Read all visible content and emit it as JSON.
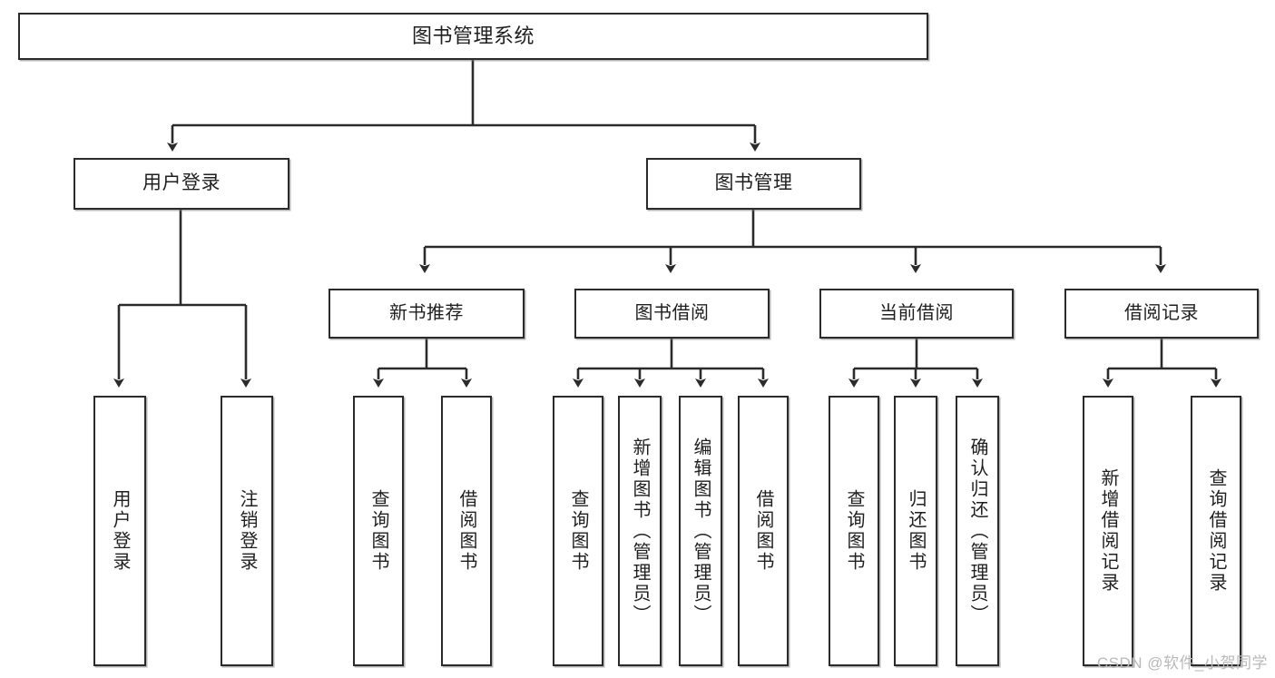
{
  "diagram": {
    "title": "图书管理系统",
    "type": "hierarchy-tree",
    "watermark": "CSDN @软件_小贺同学",
    "colors": {
      "background": "#ffffff",
      "box_border": "#2b2b2b",
      "box_fill": "#ffffff",
      "connector": "#2b2b2b",
      "watermark": "#b9b9b9"
    },
    "levels": {
      "root": "图书管理系统",
      "level2": [
        "用户登录",
        "图书管理"
      ],
      "level3": [
        "新书推荐",
        "图书借阅",
        "当前借阅",
        "借阅记录"
      ]
    },
    "nodes": {
      "root": {
        "label": "图书管理系统"
      },
      "user_login": {
        "label": "用户登录"
      },
      "book_manage": {
        "label": "图书管理"
      },
      "new_book_rec": {
        "label": "新书推荐"
      },
      "book_borrow": {
        "label": "图书借阅"
      },
      "current_borrow": {
        "label": "当前借阅"
      },
      "borrow_record": {
        "label": "借阅记录"
      }
    },
    "leaves": {
      "user_login": [
        {
          "label": "用户登录"
        },
        {
          "label": "注销登录"
        }
      ],
      "new_book_rec": [
        {
          "label": "查询图书"
        },
        {
          "label": "借阅图书"
        }
      ],
      "book_borrow": [
        {
          "label": "查询图书"
        },
        {
          "label": "新增图书（管理员）"
        },
        {
          "label": "编辑图书（管理员）"
        },
        {
          "label": "借阅图书"
        }
      ],
      "current_borrow": [
        {
          "label": "查询图书"
        },
        {
          "label": "归还图书"
        },
        {
          "label": "确认归还（管理员）"
        }
      ],
      "borrow_record": [
        {
          "label": "新增借阅记录"
        },
        {
          "label": "查询借阅记录"
        }
      ]
    }
  }
}
